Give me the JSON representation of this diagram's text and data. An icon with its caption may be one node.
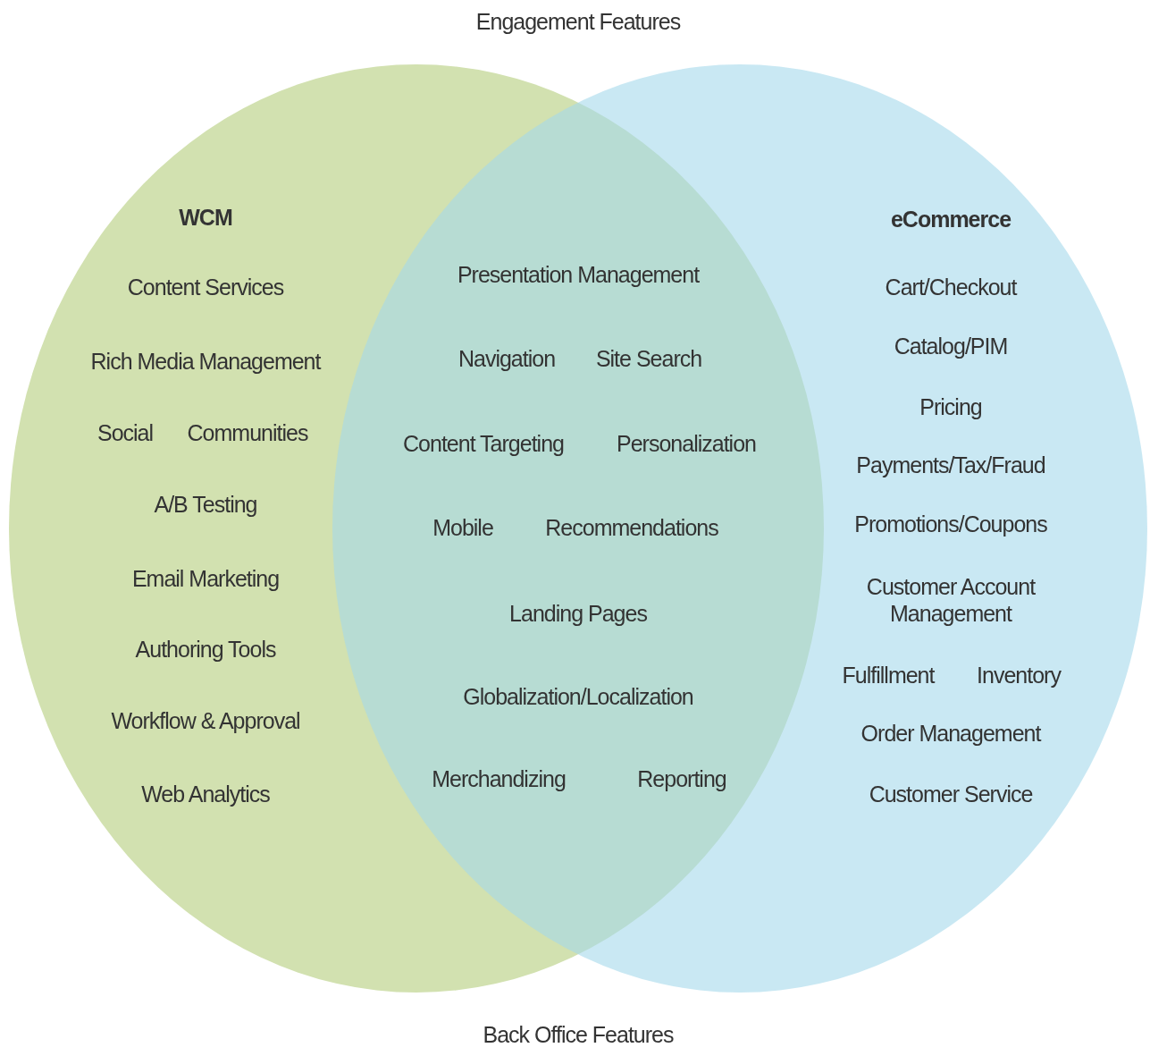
{
  "diagram": {
    "nodes": [
      {
        "text": [
          "WCM",
          "Content Services",
          "Rich Media Management",
          "Social",
          "Communities",
          "A/B Testing",
          "Email Marketing",
          "Authoring Tools",
          "Workflow & Approval",
          "Web Analytics"
        ]
      },
      {
        "text": [
          "eCommerce",
          "Cart/Checkout",
          "Catalog/PIM",
          "Pricing",
          "Payments/Tax/Fraud",
          "Promotions/Coupons",
          "Customer Account Management",
          "Fulfillment",
          "Inventory",
          "Order Management",
          "Customer Service"
        ]
      }
    ],
    "labels": [
      "Engagement Features",
      "Presentation Management",
      "Navigation",
      "Site Search",
      "Content Targeting",
      "Personalization",
      "Mobile",
      "Recommendations",
      "Landing Pages",
      "Globalization/Localization",
      "Merchandizing",
      "Reporting",
      "Back Office Features"
    ]
  }
}
